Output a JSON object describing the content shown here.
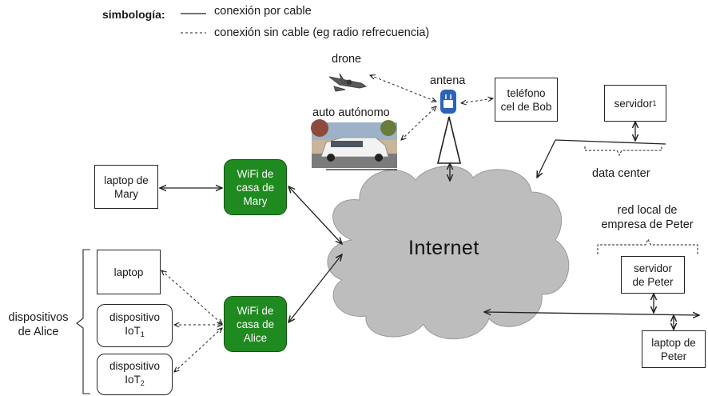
{
  "legend": {
    "title": "simbología:",
    "wired": "conexión por cable",
    "wireless": "conexión sin cable (eg radio refrecuencia)"
  },
  "nodes": {
    "drone": "drone",
    "antena": "antena",
    "auto": "auto autónomo",
    "telefono": "teléfono\ncel de Bob",
    "servidor": "servidor",
    "servidor_sub": "1",
    "data_center": "data center",
    "laptop_mary": "laptop de\nMary",
    "wifi_mary": "WiFi de\ncasa de\nMary",
    "internet": "Internet",
    "red_local": "red local de\nempresa de Peter",
    "servidor_peter": "servidor\nde Peter",
    "laptop_peter": "laptop de\nPeter",
    "laptop_alice": "laptop",
    "iot1": "dispositivo",
    "iot1_sub_base": "IoT",
    "iot1_sub": "1",
    "iot2": "dispositivo",
    "iot2_sub_base": "IoT",
    "iot2_sub": "2",
    "wifi_alice": "WiFi de\ncasa de\nAlice",
    "dispositivos_alice": "dispositivos\nde Alice"
  },
  "colors": {
    "wifi_green": "#1f8a1f",
    "cloud_gray": "#bdbdbd"
  }
}
